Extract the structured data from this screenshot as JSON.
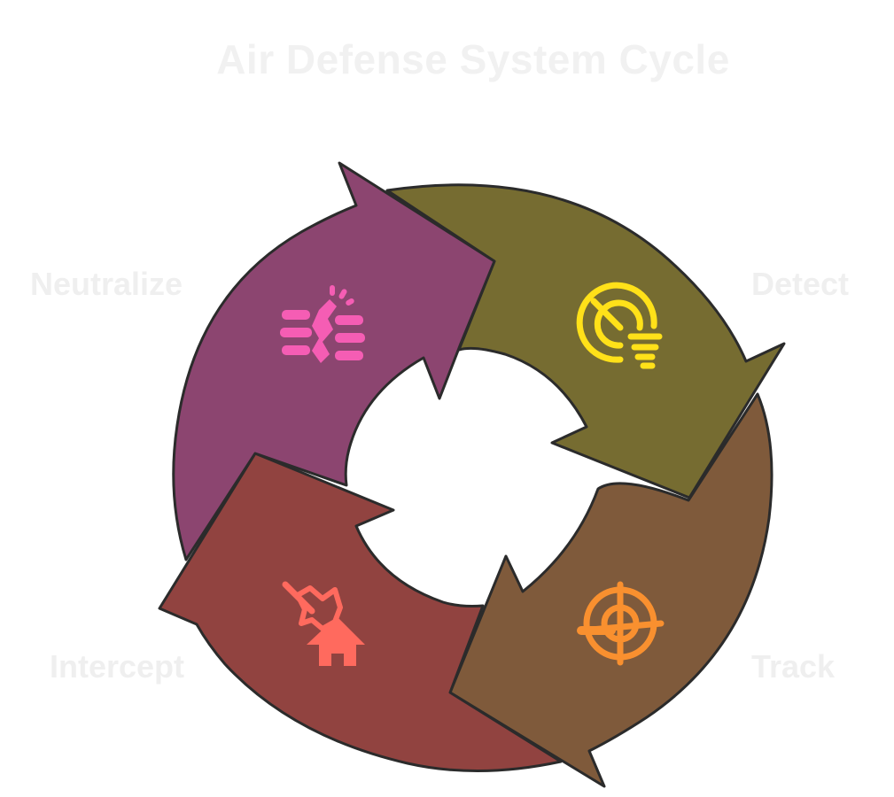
{
  "title": "Air Defense System Cycle",
  "stages": [
    {
      "label": "Detect",
      "icon": "radar-icon",
      "color": "#766c31",
      "icon_color": "#ffe119"
    },
    {
      "label": "Track",
      "icon": "crosshair-target-icon",
      "color": "#7f5a3b",
      "icon_color": "#f9902f"
    },
    {
      "label": "Intercept",
      "icon": "missile-strike-icon",
      "color": "#914340",
      "icon_color": "#ff6a5e"
    },
    {
      "label": "Neutralize",
      "icon": "broken-missile-icon",
      "color": "#8c4570",
      "icon_color": "#f55db4"
    }
  ]
}
